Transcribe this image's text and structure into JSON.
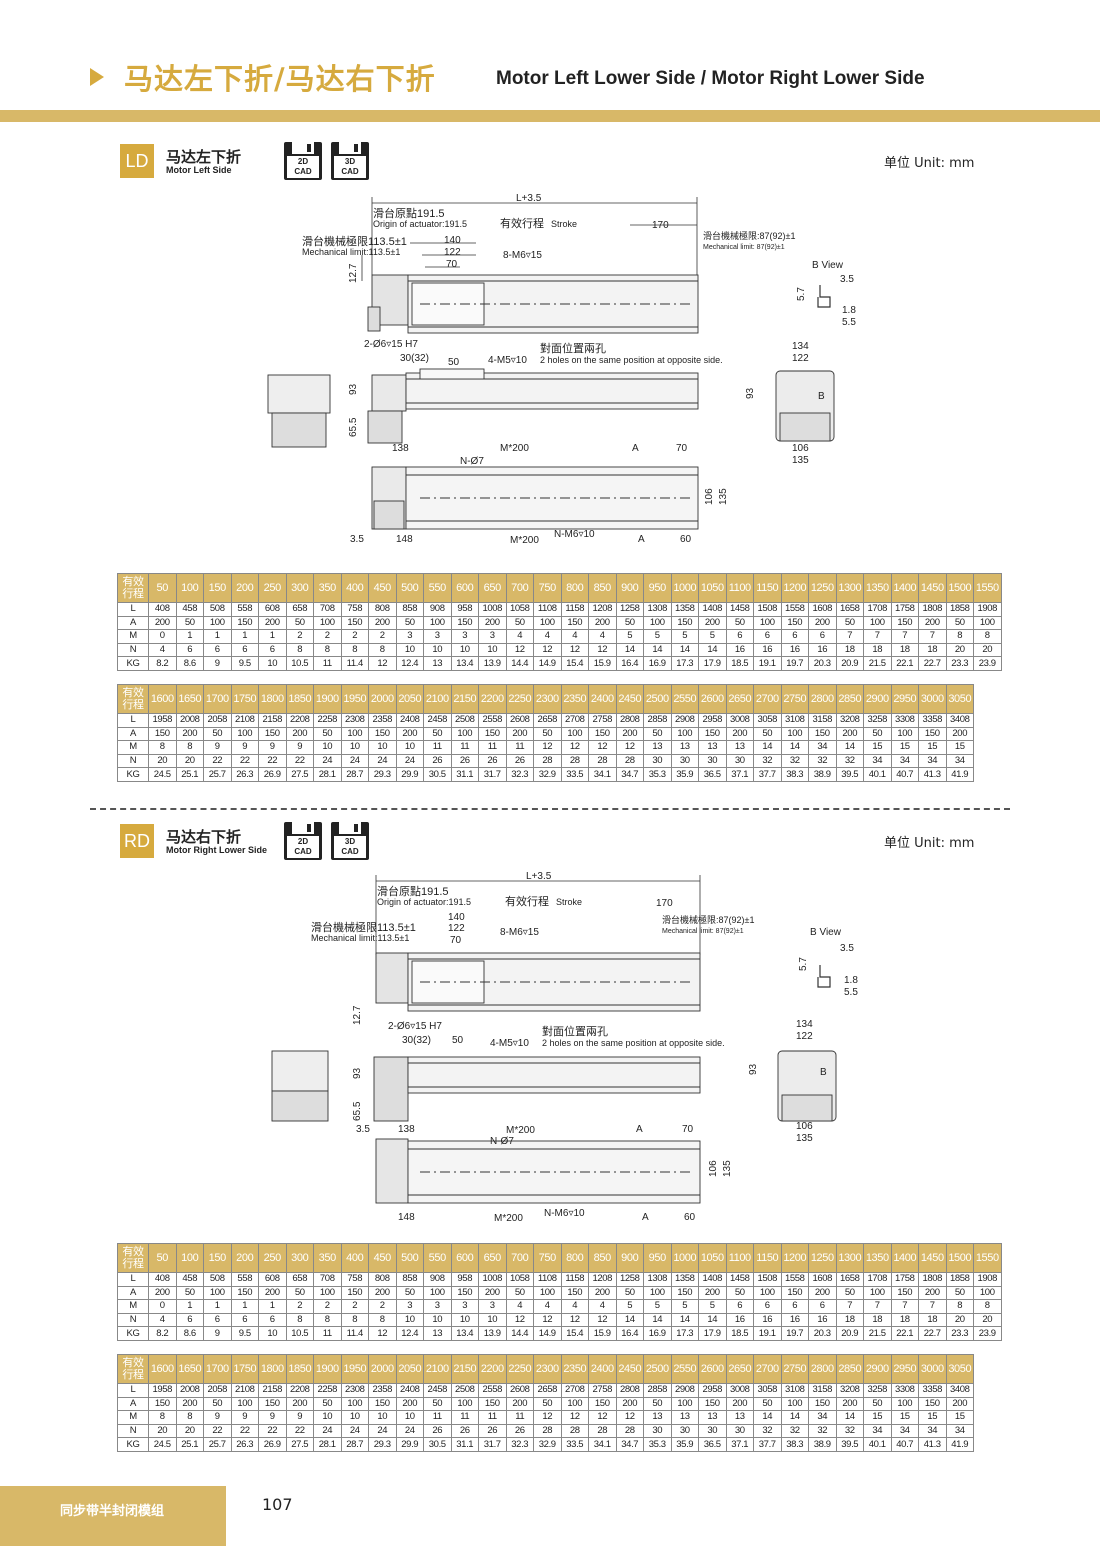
{
  "header": {
    "title_zh": "马达左下折/马达右下折",
    "title_en": "Motor Left Lower Side / Motor Right Lower Side"
  },
  "sections": [
    {
      "code": "LD",
      "name_zh": "马达左下折",
      "name_en": "Motor Left Side",
      "unit": "单位 Unit: mm"
    },
    {
      "code": "RD",
      "name_zh": "马达右下折",
      "name_en": "Motor Right Lower Side",
      "unit": "单位 Unit: mm"
    }
  ],
  "cad": {
    "icon_2d": "2D CAD",
    "icon_3d": "3D CAD",
    "line1_2d": "2D",
    "line1_3d": "3D",
    "line2": "CAD"
  },
  "drawing": {
    "total_len": "L+3.5",
    "origin_zh": "滑台原點191.5",
    "origin_en": "Origin of actuator:191.5",
    "stroke_zh": "有效行程",
    "stroke_en": "Stroke",
    "d170": "170",
    "mech_left_zh": "滑台機械極限113.5±1",
    "mech_left_en": "Mechanical limit:113.5±1",
    "mech_right_zh": "滑台機械極限:87(92)±1",
    "mech_right_en": "Mechanical limit: 87(92)±1",
    "d140": "140",
    "d122": "122",
    "d70": "70",
    "m6": "8-M6▿15",
    "d12_7": "12.7",
    "bview": "B View",
    "d3_5": "3.5",
    "d5_7": "5.7",
    "d1_8": "1.8",
    "d5_5": "5.5",
    "pin": "2-Ø6▿15 H7",
    "d30": "30(32)",
    "d50": "50",
    "m5": "4-M5▿10",
    "opp_zh": "對面位置兩孔",
    "opp_en": "2 holes on the same position at opposite side.",
    "d134": "134",
    "d122b": "122",
    "d93": "93",
    "d65_5": "65.5",
    "d106": "106",
    "d135": "135",
    "b": "B",
    "d138": "138",
    "m200": "M*200",
    "a": "A",
    "n7": "N-Ø7",
    "d148": "148",
    "nm6": "N-M6▿10",
    "d60": "60"
  },
  "table_title": "有效\n行程",
  "row_labels": [
    "L",
    "A",
    "M",
    "N",
    "KG"
  ],
  "table1": {
    "stroke": [
      "50",
      "100",
      "150",
      "200",
      "250",
      "300",
      "350",
      "400",
      "450",
      "500",
      "550",
      "600",
      "650",
      "700",
      "750",
      "800",
      "850",
      "900",
      "950",
      "1000",
      "1050",
      "1100",
      "1150",
      "1200",
      "1250",
      "1300",
      "1350",
      "1400",
      "1450",
      "1500",
      "1550"
    ],
    "L": [
      "408",
      "458",
      "508",
      "558",
      "608",
      "658",
      "708",
      "758",
      "808",
      "858",
      "908",
      "958",
      "1008",
      "1058",
      "1108",
      "1158",
      "1208",
      "1258",
      "1308",
      "1358",
      "1408",
      "1458",
      "1508",
      "1558",
      "1608",
      "1658",
      "1708",
      "1758",
      "1808",
      "1858",
      "1908"
    ],
    "A": [
      "200",
      "50",
      "100",
      "150",
      "200",
      "50",
      "100",
      "150",
      "200",
      "50",
      "100",
      "150",
      "200",
      "50",
      "100",
      "150",
      "200",
      "50",
      "100",
      "150",
      "200",
      "50",
      "100",
      "150",
      "200",
      "50",
      "100",
      "150",
      "200",
      "50",
      "100"
    ],
    "M": [
      "0",
      "1",
      "1",
      "1",
      "1",
      "2",
      "2",
      "2",
      "2",
      "3",
      "3",
      "3",
      "3",
      "4",
      "4",
      "4",
      "4",
      "5",
      "5",
      "5",
      "5",
      "6",
      "6",
      "6",
      "6",
      "7",
      "7",
      "7",
      "7",
      "8",
      "8"
    ],
    "N": [
      "4",
      "6",
      "6",
      "6",
      "6",
      "8",
      "8",
      "8",
      "8",
      "10",
      "10",
      "10",
      "10",
      "12",
      "12",
      "12",
      "12",
      "14",
      "14",
      "14",
      "14",
      "16",
      "16",
      "16",
      "16",
      "18",
      "18",
      "18",
      "18",
      "20",
      "20"
    ],
    "KG": [
      "8.2",
      "8.6",
      "9",
      "9.5",
      "10",
      "10.5",
      "11",
      "11.4",
      "12",
      "12.4",
      "13",
      "13.4",
      "13.9",
      "14.4",
      "14.9",
      "15.4",
      "15.9",
      "16.4",
      "16.9",
      "17.3",
      "17.9",
      "18.5",
      "19.1",
      "19.7",
      "20.3",
      "20.9",
      "21.5",
      "22.1",
      "22.7",
      "23.3",
      "23.9"
    ]
  },
  "table2": {
    "stroke": [
      "1600",
      "1650",
      "1700",
      "1750",
      "1800",
      "1850",
      "1900",
      "1950",
      "2000",
      "2050",
      "2100",
      "2150",
      "2200",
      "2250",
      "2300",
      "2350",
      "2400",
      "2450",
      "2500",
      "2550",
      "2600",
      "2650",
      "2700",
      "2750",
      "2800",
      "2850",
      "2900",
      "2950",
      "3000",
      "3050"
    ],
    "L": [
      "1958",
      "2008",
      "2058",
      "2108",
      "2158",
      "2208",
      "2258",
      "2308",
      "2358",
      "2408",
      "2458",
      "2508",
      "2558",
      "2608",
      "2658",
      "2708",
      "2758",
      "2808",
      "2858",
      "2908",
      "2958",
      "3008",
      "3058",
      "3108",
      "3158",
      "3208",
      "3258",
      "3308",
      "3358",
      "3408"
    ],
    "A": [
      "150",
      "200",
      "50",
      "100",
      "150",
      "200",
      "50",
      "100",
      "150",
      "200",
      "50",
      "100",
      "150",
      "200",
      "50",
      "100",
      "150",
      "200",
      "50",
      "100",
      "150",
      "200",
      "50",
      "100",
      "150",
      "200",
      "50",
      "100",
      "150",
      "200"
    ],
    "M": [
      "8",
      "8",
      "9",
      "9",
      "9",
      "9",
      "10",
      "10",
      "10",
      "10",
      "11",
      "11",
      "11",
      "11",
      "12",
      "12",
      "12",
      "12",
      "13",
      "13",
      "13",
      "13",
      "14",
      "14",
      "34",
      "14",
      "15",
      "15",
      "15",
      "15"
    ],
    "N": [
      "20",
      "20",
      "22",
      "22",
      "22",
      "22",
      "24",
      "24",
      "24",
      "24",
      "26",
      "26",
      "26",
      "26",
      "28",
      "28",
      "28",
      "28",
      "30",
      "30",
      "30",
      "30",
      "32",
      "32",
      "32",
      "32",
      "34",
      "34",
      "34",
      "34"
    ],
    "KG": [
      "24.5",
      "25.1",
      "25.7",
      "26.3",
      "26.9",
      "27.5",
      "28.1",
      "28.7",
      "29.3",
      "29.9",
      "30.5",
      "31.1",
      "31.7",
      "32.3",
      "32.9",
      "33.5",
      "34.1",
      "34.7",
      "35.3",
      "35.9",
      "36.5",
      "37.1",
      "37.7",
      "38.3",
      "38.9",
      "39.5",
      "40.1",
      "40.7",
      "41.3",
      "41.9"
    ]
  },
  "footer": {
    "series": "同步带半封闭模组",
    "page": "107"
  }
}
